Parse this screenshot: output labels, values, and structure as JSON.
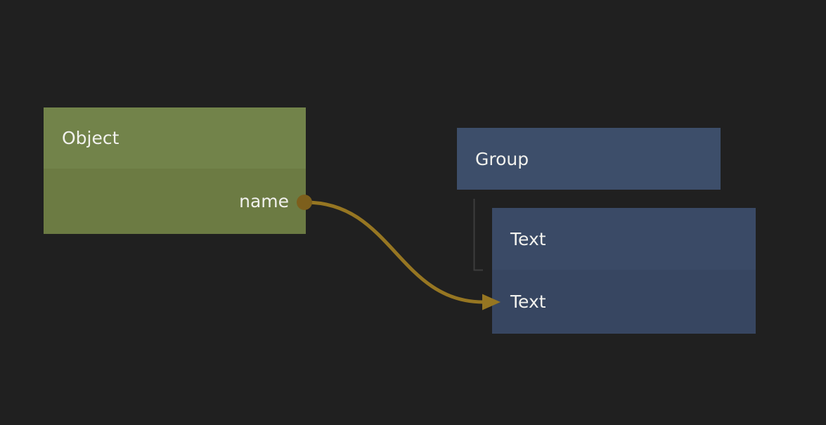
{
  "canvas": {
    "background": "#202020"
  },
  "colors": {
    "canvas_bg": "#202020",
    "node_object_header": "#72834a",
    "node_object_body": "#6c7b43",
    "node_group": "#3d4e6a",
    "node_text_header": "#3a4a66",
    "node_text_body": "#374661",
    "wire": "#967622",
    "port": "#7d5f1c",
    "tree_line": "#3d3d3d",
    "label": "#f1f1ed"
  },
  "nodes": {
    "object": {
      "title": "Object",
      "outputs": [
        {
          "label": "name"
        }
      ]
    },
    "group": {
      "title": "Group"
    },
    "text": {
      "title": "Text",
      "inputs": [
        {
          "label": "Text"
        }
      ]
    }
  },
  "connections": [
    {
      "source": "Object.name",
      "target": "Text.Text"
    }
  ],
  "hierarchy": [
    {
      "parent": "Group",
      "child": "Text"
    }
  ]
}
